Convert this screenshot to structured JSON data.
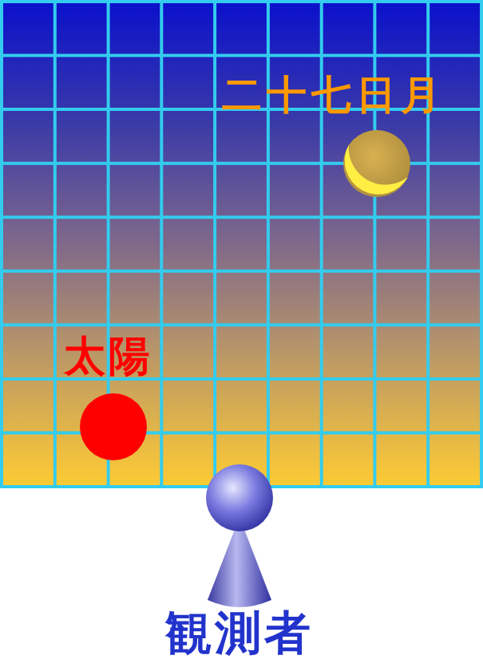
{
  "diagram": {
    "labels": [
      "二十七日月",
      "太陽",
      "観測者"
    ]
  }
}
